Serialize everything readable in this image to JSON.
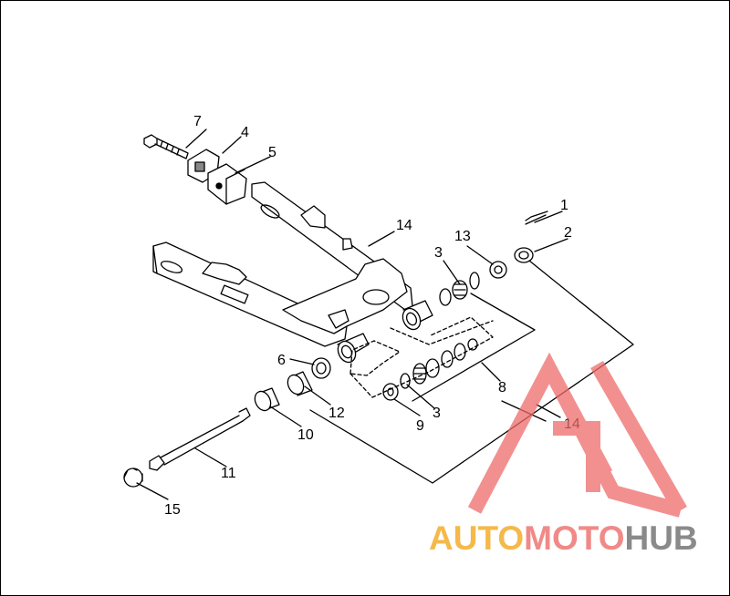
{
  "diagram": {
    "callouts": {
      "c1": "1",
      "c2": "2",
      "c3a": "3",
      "c3b": "3",
      "c4": "4",
      "c5": "5",
      "c6": "6",
      "c7": "7",
      "c8": "8",
      "c9": "9",
      "c10": "10",
      "c11": "11",
      "c12": "12",
      "c13": "13",
      "c14a": "14",
      "c14b": "14",
      "c15": "15"
    }
  },
  "watermark": {
    "part1": "AUTO",
    "part2": "MOTO",
    "part3": "HUB",
    "colors": {
      "part1": "#f5b94a",
      "part2": "#f08a88",
      "part3": "#8a8a8a",
      "logo": "#ee6b6b"
    }
  }
}
